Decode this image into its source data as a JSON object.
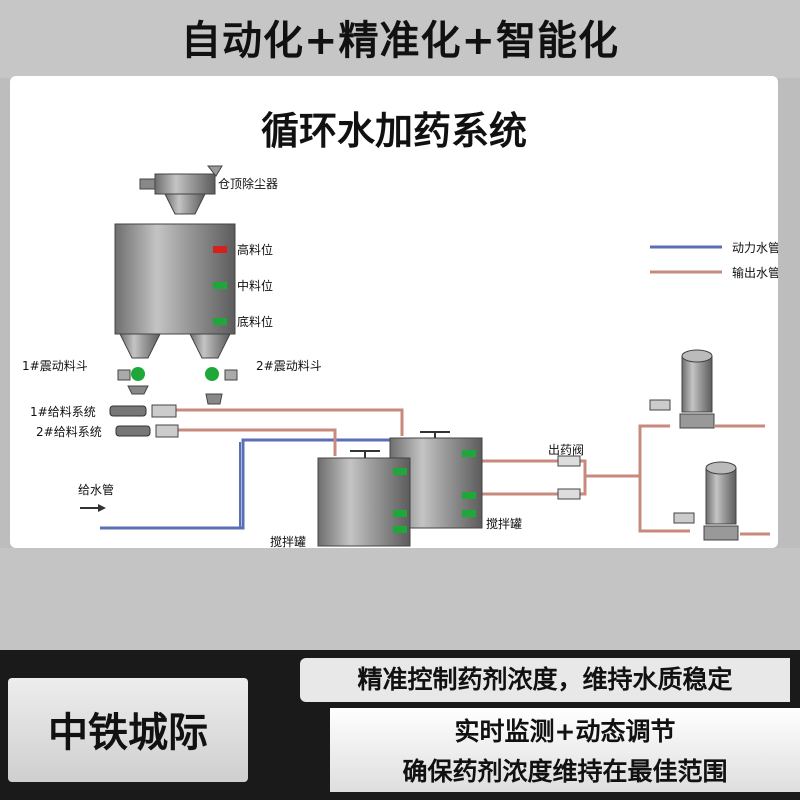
{
  "headline": "自动化+精准化+智能化",
  "panel_title": "循环水加药系统",
  "labels": {
    "dust_collector": "仓顶除尘器",
    "high_level": "高料位",
    "mid_level": "中料位",
    "low_level": "底料位",
    "hopper_1": "1#震动料斗",
    "hopper_2": "2#震动料斗",
    "feed_1": "1#给料系统",
    "feed_2": "2#给料系统",
    "water_inlet": "给水管",
    "mixer_1": "搅拌罐",
    "mixer_2": "搅拌罐",
    "dosing_valve": "出药阀"
  },
  "legend": [
    {
      "label": "动力水管",
      "color": "#5a6fb5"
    },
    {
      "label": "输出水管",
      "color": "#c98a7e"
    }
  ],
  "indicator_colors": {
    "high": "#d62020",
    "normal": "#1fa83a"
  },
  "brand": "中铁城际",
  "slogans": [
    "精准控制药剂浓度，维持水质稳定",
    "实时监测+动态调节",
    "确保药剂浓度维持在最佳范围"
  ]
}
